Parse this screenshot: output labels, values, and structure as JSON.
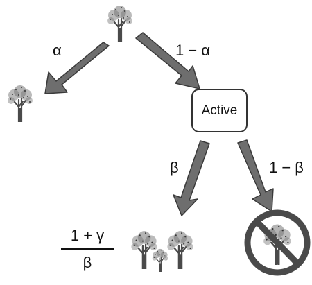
{
  "node": {
    "label": "Active"
  },
  "edges": {
    "left_top": "α",
    "right_top": "1 − α",
    "left_bottom": "β",
    "right_bottom": "1 − β"
  },
  "outcome": {
    "numerator": "1 + γ",
    "denominator": "β"
  },
  "icons": [
    "tree-icon",
    "arrow-icon",
    "no-sign-icon"
  ],
  "colors": {
    "arrow": "#6e6e6e",
    "tree": "#555555",
    "prohibition": "#4a4a4a"
  }
}
